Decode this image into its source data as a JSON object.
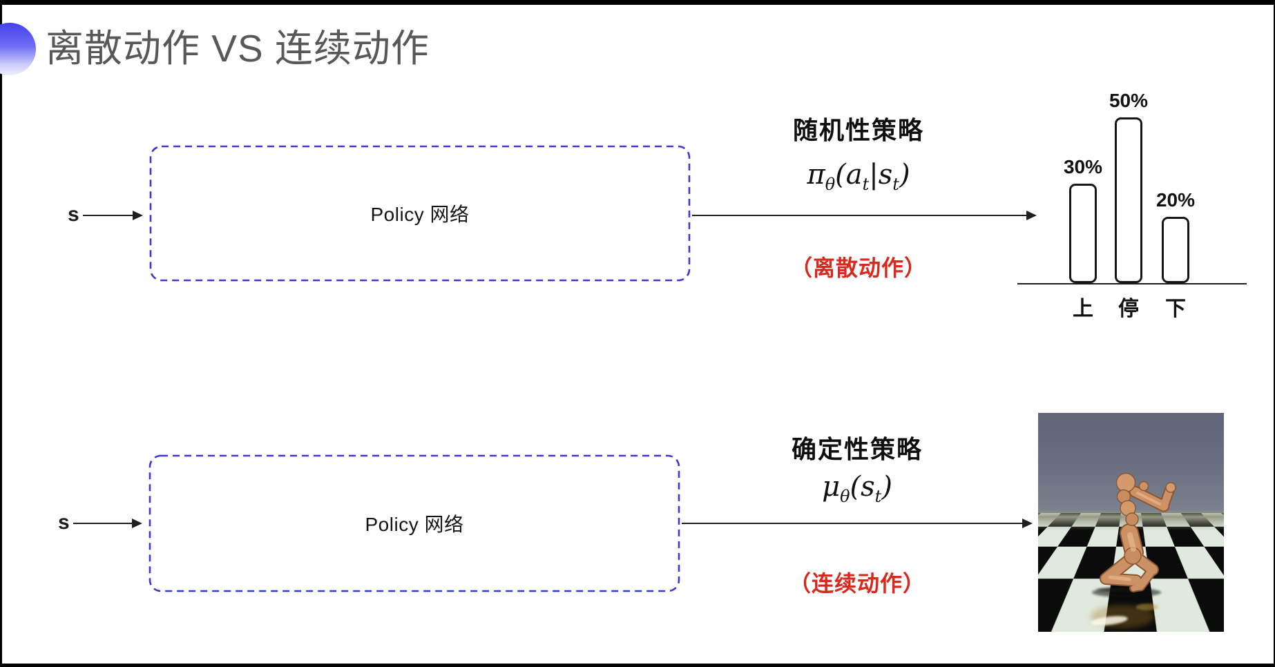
{
  "title": {
    "text": "离散动作 VS 连续动作"
  },
  "top": {
    "input_label": "s",
    "box_label": "Policy 网络",
    "policy_title": "随机性策略",
    "formula": {
      "sym": "π",
      "sym_sub": "θ",
      "p1": "(a",
      "s1": "t",
      "p2": "|s",
      "s2": "t",
      "p3": ")"
    },
    "action_note": "（离散动作）"
  },
  "bottom": {
    "input_label": "s",
    "box_label": "Policy 网络",
    "policy_title": "确定性策略",
    "formula": {
      "sym": "μ",
      "sym_sub": "θ",
      "p1": "(s",
      "s1": "t",
      "p3": ")"
    },
    "action_note": "（连续动作）"
  },
  "chart_data": {
    "type": "bar",
    "categories": [
      "上",
      "停",
      "下"
    ],
    "values": [
      30,
      50,
      20
    ],
    "value_labels": [
      "30%",
      "50%",
      "20%"
    ],
    "title": "",
    "xlabel": "",
    "ylabel": "",
    "ylim": [
      0,
      55
    ],
    "grid": false,
    "legend": false,
    "bar_fill": "#ffffff",
    "bar_outline": "#161616"
  },
  "colors": {
    "box_border_blue": "#3a38d4",
    "red_note": "#d9291c",
    "title_gray": "#585858",
    "line_black": "#1f1f1f"
  }
}
